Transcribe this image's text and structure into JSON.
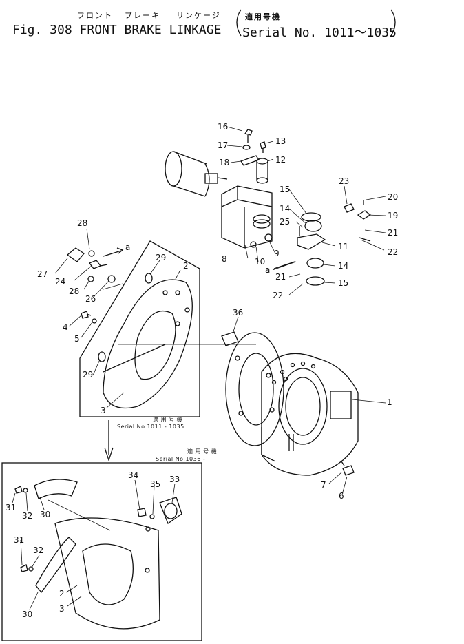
{
  "header": {
    "jp_front": "フロント",
    "jp_brake": "ブレーキ",
    "jp_linkage": "リンケージ",
    "jp_applicable": "適用号機",
    "title": "Fig. 308  FRONT  BRAKE  LINKAGE",
    "serial_range": "Serial  No.  1011～1035"
  },
  "notes": {
    "upper_jp": "適 用 号 機",
    "upper_serial": "Serial No.1011 - 1035",
    "lower_jp": "適 用 号 機",
    "lower_serial": "Serial No.1036 -"
  },
  "callouts": {
    "c16": "16",
    "c17": "17",
    "c13": "13",
    "c18": "18",
    "c12": "12",
    "c23": "23",
    "c20": "20",
    "c15a": "15",
    "c14a": "14",
    "c19": "19",
    "c25": "25",
    "c21a": "21",
    "c22a": "22",
    "c11": "11",
    "c8a": "8",
    "c10": "10",
    "c9": "9",
    "c14b": "14",
    "c21b": "21",
    "c22b": "22",
    "c15b": "15",
    "c28a": "28",
    "c27": "27",
    "c24": "24",
    "c28b": "28",
    "c26": "26",
    "c29a": "29",
    "c2a": "2",
    "c4": "4",
    "c5": "5",
    "c29b": "29",
    "c3a": "3",
    "c36": "36",
    "c1": "1",
    "c7": "7",
    "c6": "6",
    "c34": "34",
    "c35": "35",
    "c33": "33",
    "c31a": "31",
    "c32a": "32",
    "c30a": "30",
    "c31b": "31",
    "c32b": "32",
    "c30b": "30",
    "c2b": "2",
    "c3b": "3",
    "ref_a1": "a",
    "ref_a2": "a"
  }
}
